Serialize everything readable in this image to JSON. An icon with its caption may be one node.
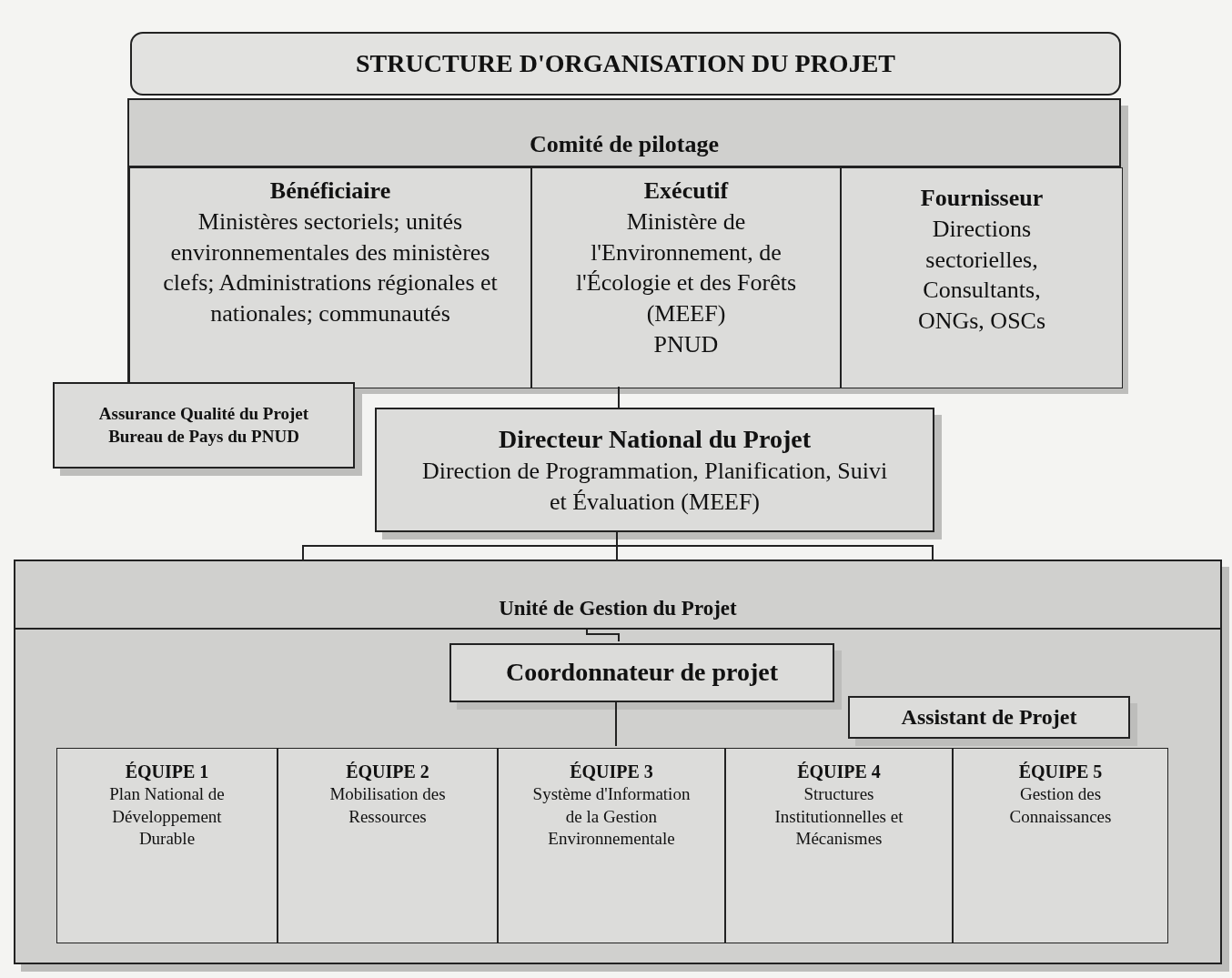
{
  "diagram": {
    "title": "STRUCTURE D'ORGANISATION DU PROJET",
    "nodes": [
      {
        "text": [
          "Comité de pilotage"
        ]
      },
      {
        "text": [
          "Bénéficiaire",
          "Ministères sectoriels; unités environnementales des ministères clefs; Administrations régionales et nationales; communautés"
        ],
        "in": 0
      },
      {
        "text": [
          "Exécutif",
          "Ministère de l'Environnement, de l'Écologie et des Forêts (MEEF)",
          "PNUD"
        ],
        "in": 0
      },
      {
        "text": [
          "Fournisseur",
          "Directions sectorielles, Consultants, ONGs, OSCs"
        ],
        "in": 0
      },
      {
        "text": [
          "Assurance Qualité du Projet",
          "Bureau de Pays du PNUD"
        ]
      },
      {
        "text": [
          "Directeur National du Projet",
          "Direction de Programmation, Planification, Suivi et Évaluation (MEEF)"
        ]
      },
      {
        "text": [
          "Unité de Gestion du Projet"
        ]
      },
      {
        "text": [
          "Coordonnateur de projet"
        ],
        "in": 6
      },
      {
        "text": [
          "Assistant de Projet"
        ],
        "in": 6
      },
      {
        "text": [
          "ÉQUIPE 1",
          "Plan National de Développement Durable"
        ],
        "in": 6
      },
      {
        "text": [
          "ÉQUIPE 2",
          "Mobilisation des Ressources"
        ],
        "in": 6
      },
      {
        "text": [
          "ÉQUIPE 3",
          "Système d'Information de la Gestion Environnementale"
        ],
        "in": 6
      },
      {
        "text": [
          "ÉQUIPE 4",
          "Structures Institutionnelles et Mécanismes"
        ],
        "in": 6
      },
      {
        "text": [
          "ÉQUIPE 5",
          "Gestion des Connaissances"
        ],
        "in": 6
      }
    ],
    "edges": [
      {
        "from": 0,
        "to": 5,
        "arrow": "none"
      },
      {
        "from": 5,
        "to": 6,
        "arrow": "none"
      },
      {
        "from": null,
        "to": 7,
        "arrow": "none"
      },
      {
        "from": 7,
        "to": 11,
        "arrow": "none"
      }
    ]
  }
}
